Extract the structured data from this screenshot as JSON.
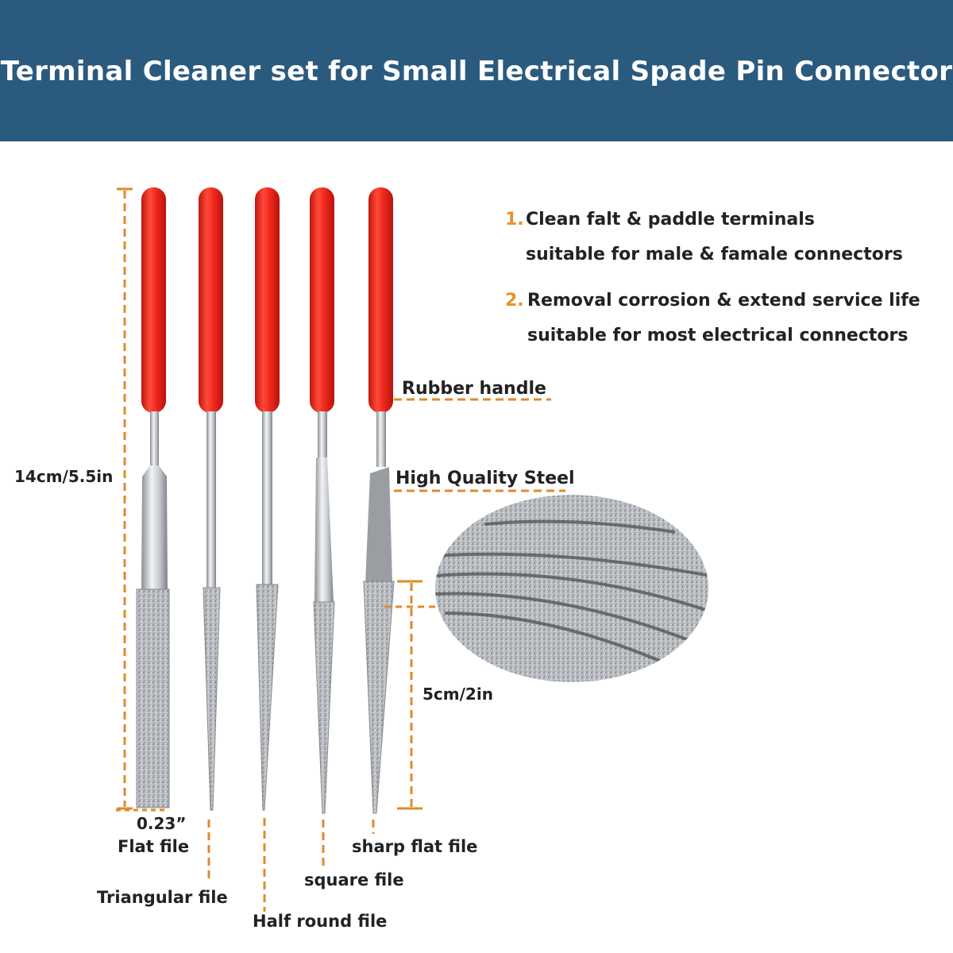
{
  "banner": {
    "title": "Terminal Cleaner set for Small Electrical Spade Pin Connector"
  },
  "features": [
    {
      "num": "1.",
      "line1": "Clean falt & paddle terminals",
      "line2": "suitable for male & famale connectors"
    },
    {
      "num": "2.",
      "line1": "Removal corrosion & extend service life",
      "line2": "suitable for most electrical connectors"
    }
  ],
  "labels": {
    "rubber_handle": "Rubber handle",
    "high_quality_steel": "High Quality Steel",
    "length": "14cm/5.5in",
    "file_length": "5cm/2in",
    "width": "0.23”"
  },
  "files": [
    {
      "name": "Flat file"
    },
    {
      "name": "Triangular file"
    },
    {
      "name": "Half round file"
    },
    {
      "name": "square file"
    },
    {
      "name": "sharp flat file"
    }
  ],
  "colors": {
    "banner": "#2b5a7f",
    "accent": "#e8912b",
    "handle": "#f0281e"
  }
}
